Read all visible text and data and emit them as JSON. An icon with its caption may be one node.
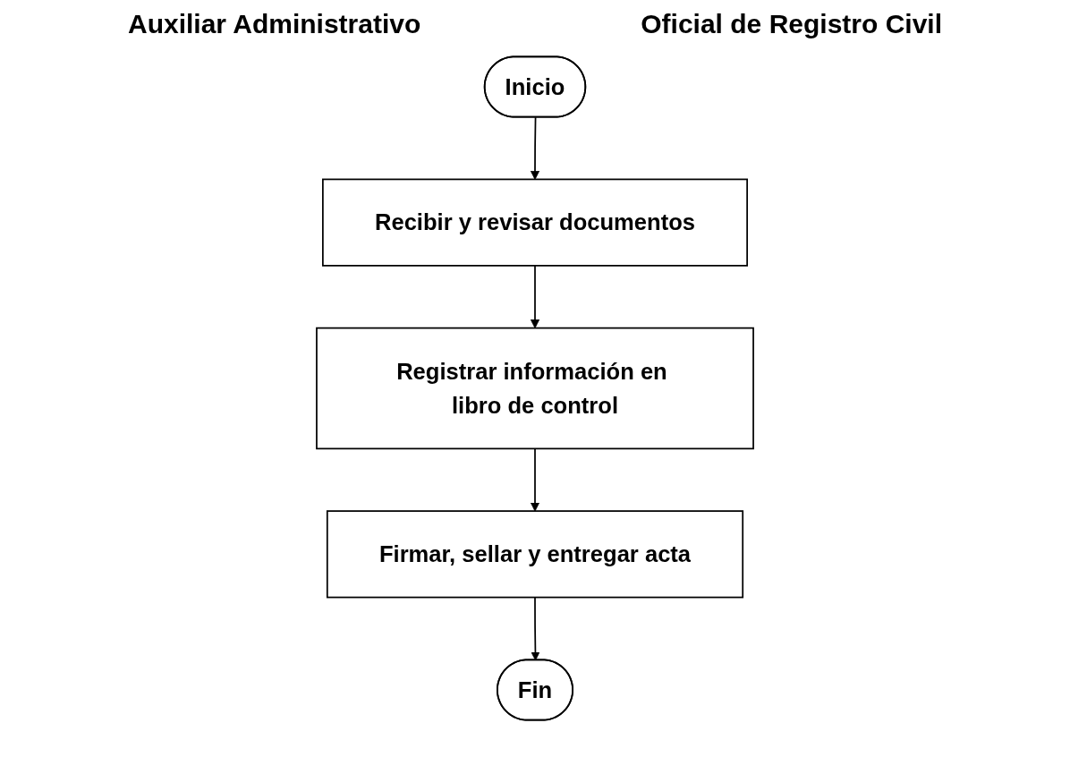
{
  "diagram": {
    "nodes": [
      {
        "text": [
          "Inicio"
        ]
      },
      {
        "text": [
          "Recibir y revisar documentos"
        ]
      },
      {
        "text": [
          "Registrar información en libro de control"
        ]
      },
      {
        "text": [
          "Firmar, sellar y entregar acta"
        ]
      },
      {
        "text": [
          "Fin"
        ]
      }
    ],
    "edges": [
      {
        "from": 0,
        "to": 1,
        "arrow": "to"
      },
      {
        "from": 1,
        "to": 2,
        "arrow": "to"
      },
      {
        "from": 2,
        "to": 3,
        "arrow": "to"
      },
      {
        "from": 3,
        "to": 4,
        "arrow": "to"
      }
    ],
    "labels": [
      "Auxiliar Administrativo",
      "Oficial de Registro Civil"
    ]
  }
}
